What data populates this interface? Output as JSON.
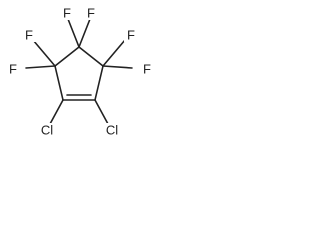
{
  "molecule": {
    "atoms": {
      "f1": "F",
      "f2": "F",
      "f3": "F",
      "f4": "F",
      "f5": "F",
      "f6": "F",
      "cl1": "Cl",
      "cl2": "Cl"
    }
  }
}
